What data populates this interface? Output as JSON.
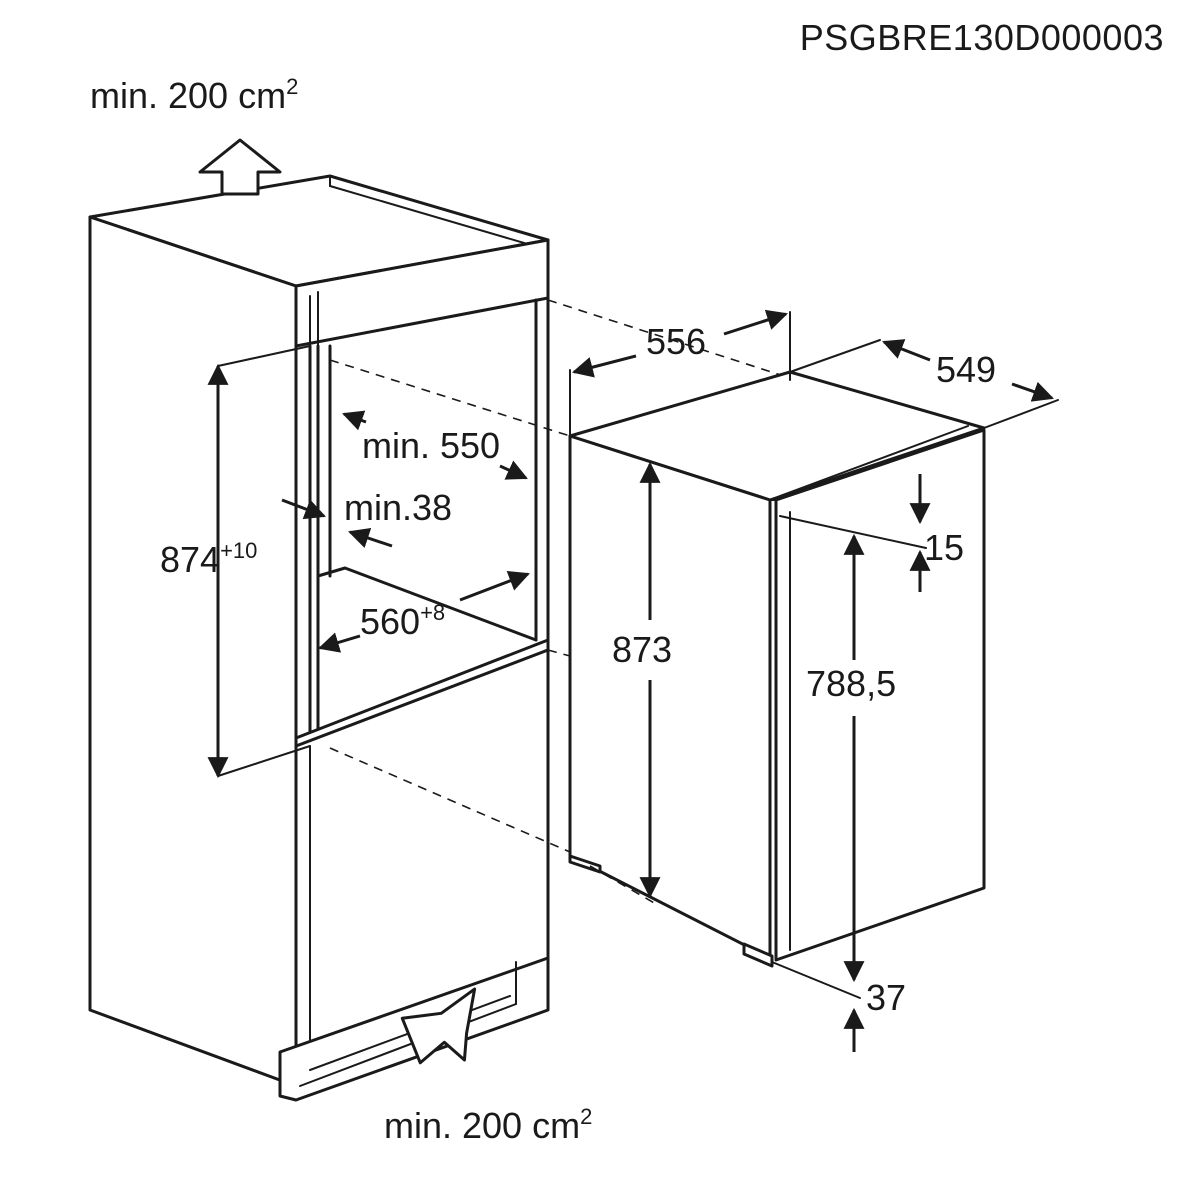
{
  "code": "PSGBRE130D000003",
  "vent_top": {
    "text": "min. 200 cm",
    "sup": "2"
  },
  "vent_bottom": {
    "text": "min. 200 cm",
    "sup": "2"
  },
  "niche_height": {
    "text": "874",
    "sup": "+10"
  },
  "niche_depth": {
    "text": "min. 550"
  },
  "side_gap": {
    "text": "min.38"
  },
  "niche_width": {
    "text": "560",
    "sup": "+8"
  },
  "appliance_width": {
    "text": "556"
  },
  "appliance_depth": {
    "text": "549"
  },
  "appliance_height": {
    "text": "873"
  },
  "door_offset": {
    "text": "15"
  },
  "door_height": {
    "text": "788,5"
  },
  "door_bottom": {
    "text": "37"
  }
}
